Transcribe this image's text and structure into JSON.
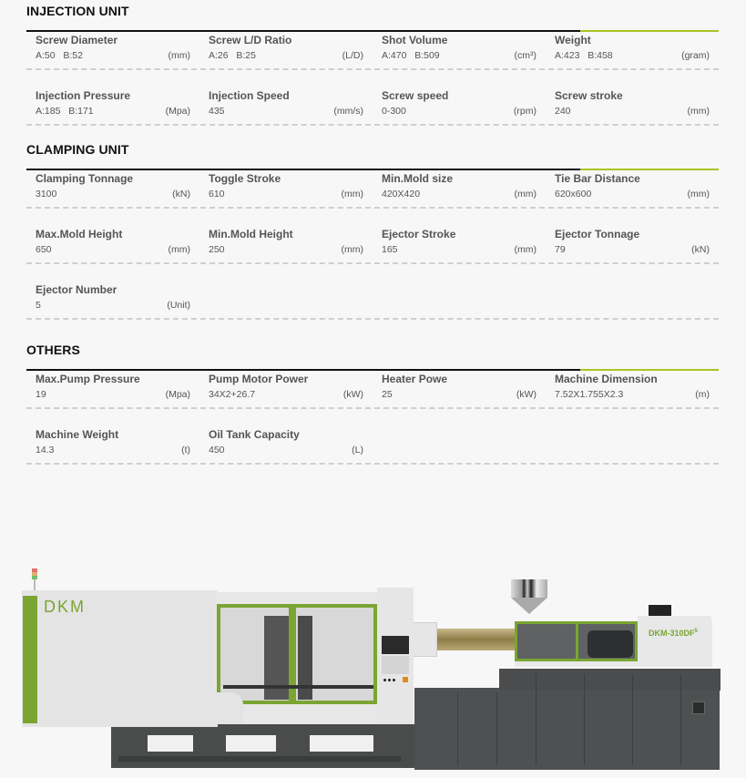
{
  "sections": [
    {
      "title": "INJECTION UNIT",
      "rows": [
        [
          {
            "label": "Screw Diameter",
            "value": "A:50   B:52",
            "unit": "(mm)"
          },
          {
            "label": "Screw L/D Ratio",
            "value": "A:26   B:25",
            "unit": "(L/D)"
          },
          {
            "label": "Shot Volume",
            "value": "A:470   B:509",
            "unit": "(cm³)"
          },
          {
            "label": "Weight",
            "value": "A:423   B:458",
            "unit": "(gram)"
          }
        ],
        [
          {
            "label": "Injection Pressure",
            "value": "A:185   B:171",
            "unit": "(Mpa)"
          },
          {
            "label": "Injection Speed",
            "value": "435",
            "unit": "(mm/s)"
          },
          {
            "label": "Screw speed",
            "value": "0-300",
            "unit": "(rpm)"
          },
          {
            "label": "Screw stroke",
            "value": "240",
            "unit": "(mm)"
          }
        ]
      ]
    },
    {
      "title": "CLAMPING UNIT",
      "rows": [
        [
          {
            "label": "Clamping Tonnage",
            "value": "3100",
            "unit": "(kN)"
          },
          {
            "label": "Toggle Stroke",
            "value": "610",
            "unit": "(mm)"
          },
          {
            "label": "Min.Mold size",
            "value": "420X420",
            "unit": "(mm)"
          },
          {
            "label": "Tie Bar Distance",
            "value": "620x600",
            "unit": "(mm)"
          }
        ],
        [
          {
            "label": "Max.Mold Height",
            "value": "650",
            "unit": "(mm)"
          },
          {
            "label": "Min.Mold Height",
            "value": "250",
            "unit": "(mm)"
          },
          {
            "label": "Ejector Stroke",
            "value": "165",
            "unit": "(mm)"
          },
          {
            "label": "Ejector Tonnage",
            "value": "79",
            "unit": "(kN)"
          }
        ],
        [
          {
            "label": "Ejector Number",
            "value": "5",
            "unit": "(Unit)"
          }
        ]
      ]
    },
    {
      "title": "OTHERS",
      "rows": [
        [
          {
            "label": "Max.Pump Pressure",
            "value": "19",
            "unit": "(Mpa)"
          },
          {
            "label": "Pump Motor Power",
            "value": "34X2+26.7",
            "unit": "(kW)"
          },
          {
            "label": "Heater Powe",
            "value": "25",
            "unit": "(kW)"
          },
          {
            "label": "Machine Dimension",
            "value": "7.52X1.755X2.3",
            "unit": "(m)"
          }
        ],
        [
          {
            "label": "Machine Weight",
            "value": "14.3",
            "unit": "(t)"
          },
          {
            "label": "Oil Tank Capacity",
            "value": "450",
            "unit": "(L)"
          }
        ]
      ]
    }
  ],
  "machine": {
    "brand_logo": "DKM",
    "model_label": "DKM-310DF",
    "model_superscript": "5",
    "accent_color": "#7aa532",
    "rule_accent_color": "#a8c523"
  }
}
